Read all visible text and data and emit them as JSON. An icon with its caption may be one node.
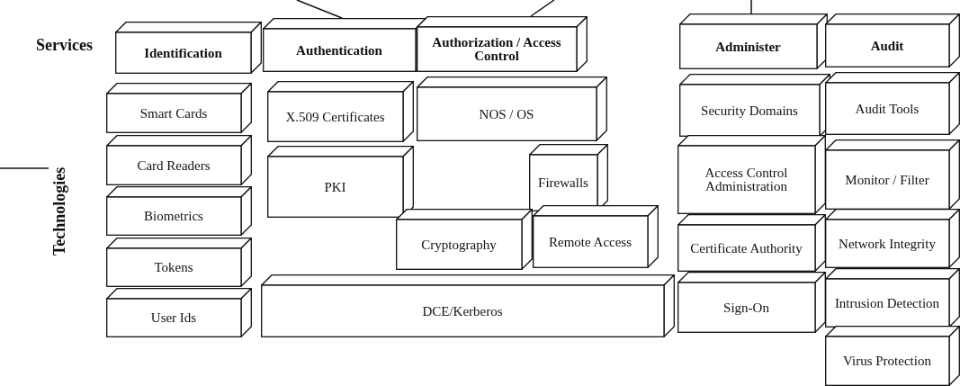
{
  "diagram": {
    "nodes": [
      {
        "text": [
          "Identification"
        ]
      },
      {
        "text": [
          "Authentication"
        ]
      },
      {
        "text": [
          "Authorization / Access Control"
        ]
      },
      {
        "text": [
          "Administer"
        ]
      },
      {
        "text": [
          "Audit"
        ]
      },
      {
        "text": [
          "Technologies"
        ]
      },
      {
        "text": [
          "Smart Cards"
        ]
      },
      {
        "text": [
          "Card Readers"
        ]
      },
      {
        "text": [
          "Biometrics"
        ]
      },
      {
        "text": [
          "Tokens"
        ]
      },
      {
        "text": [
          "User Ids"
        ]
      },
      {
        "text": [
          "X.509 Certificates"
        ]
      },
      {
        "text": [
          "PKI"
        ]
      },
      {
        "text": [
          "NOS / OS"
        ]
      },
      {
        "text": [
          "Firewalls"
        ]
      },
      {
        "text": [
          "Cryptography"
        ]
      },
      {
        "text": [
          "Remote Access"
        ]
      },
      {
        "text": [
          "DCE/Kerberos"
        ]
      },
      {
        "text": [
          "Security Domains"
        ]
      },
      {
        "text": [
          "Access Control Administration"
        ]
      },
      {
        "text": [
          "Certificate Authority"
        ]
      },
      {
        "text": [
          "Sign-On"
        ]
      },
      {
        "text": [
          "Audit Tools"
        ]
      },
      {
        "text": [
          "Monitor / Filter"
        ]
      },
      {
        "text": [
          "Network Integrity"
        ]
      },
      {
        "text": [
          "Intrusion Detection"
        ]
      },
      {
        "text": [
          "Virus Protection"
        ]
      }
    ],
    "edges": [
      {
        "from": null,
        "to": 1,
        "arrow": "none"
      },
      {
        "from": null,
        "to": 2,
        "arrow": "none"
      },
      {
        "from": null,
        "to": 3,
        "arrow": "none"
      },
      {
        "from": 5,
        "to": null,
        "arrow": "none"
      }
    ],
    "labels": [
      "Services"
    ]
  }
}
